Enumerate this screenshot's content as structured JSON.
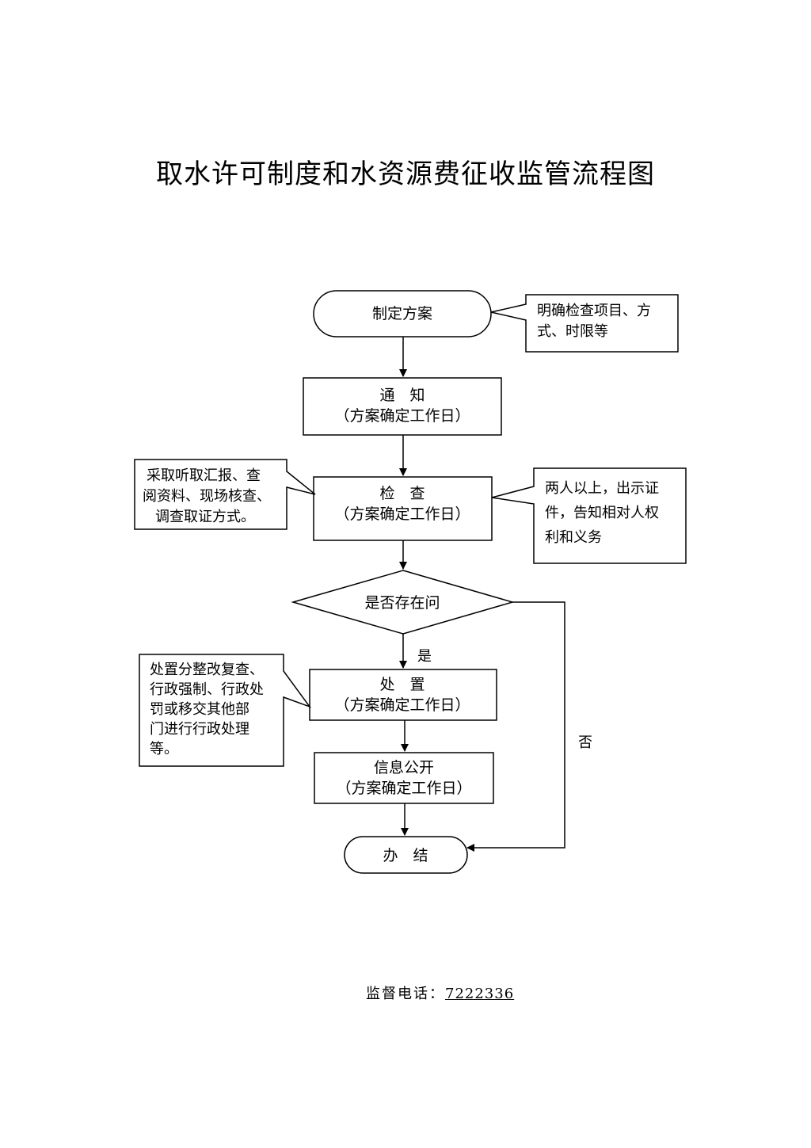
{
  "title": "取水许可制度和水资源费征收监管流程图",
  "nodes": {
    "plan": "制定方案",
    "notify": {
      "line1": "通　知",
      "line2": "（方案确定工作日）"
    },
    "inspect": {
      "line1": "检　查",
      "line2": "（方案确定工作日）"
    },
    "decision": "是否存在问",
    "handle": {
      "line1": "处　置",
      "line2": "（方案确定工作日）"
    },
    "disclose": {
      "line1": "信息公开",
      "line2": "（方案确定工作日）"
    },
    "finish": "办　结"
  },
  "notes": {
    "plan_note": [
      "明确检查项目、方",
      "式、时限等"
    ],
    "inspect_left_note": [
      "采取听取汇报、查",
      "阅资料、现场核查、",
      "调查取证方式。"
    ],
    "inspect_right_note": [
      "两人以上，出示证",
      "件，告知相对人权",
      "利和义务"
    ],
    "handle_note": [
      "处置分整改复查、",
      "行政强制、行政处",
      "罚或移交其他部",
      "门进行行政处理",
      "等。"
    ]
  },
  "edges": {
    "yes": "是",
    "no": "否"
  },
  "footer": {
    "label": "监督电话：",
    "phone": "7222336"
  }
}
